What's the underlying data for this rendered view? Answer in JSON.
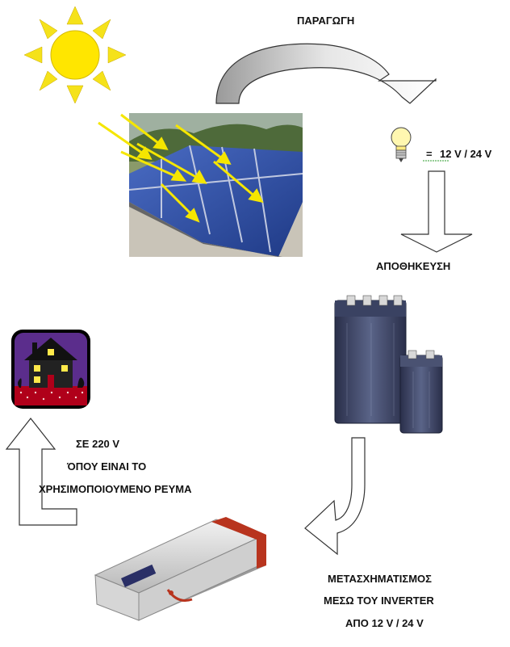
{
  "labels": {
    "production": "ΠΑΡΑΓΩΓΗ",
    "voltage": "12 V / 24 V",
    "equals": "=",
    "storage": "ΑΠΟΘΗΚΕΥΣΗ",
    "conversion_line1": "ΜΕΤΑΣΧΗΜΑΤΙΣΜΟΣ",
    "conversion_line2": "ΜΕΣΩ ΤΟΥ INVERTER",
    "conversion_line3": "ΑΠΟ 12 V / 24 V",
    "output_line1": "ΣΕ 220 V",
    "output_line2": "ΌΠΟΥ ΕΙΝΑΙ ΤΟ",
    "output_line3": "ΧΡΗΣΙΜΟΠΟΙΟΥΜΕΝΟ ΡΕΥΜΑ"
  },
  "colors": {
    "sun": "#ffe600",
    "sun_rays": "#f5e21a",
    "arrow_fill": "#ffffff",
    "arrow_shaded": "#c8c8c8",
    "panel_blue": "#2f4fa8",
    "house_bg": "#5b2d8c",
    "ground_red": "#b0001a"
  },
  "icons": [
    "sun-icon",
    "solar-panel-image",
    "light-bulb-icon",
    "battery-image",
    "inverter-image",
    "house-icon"
  ]
}
